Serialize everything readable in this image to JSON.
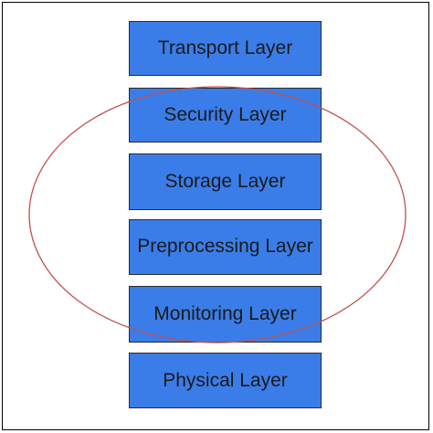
{
  "diagram": {
    "layers": [
      {
        "id": "transport",
        "label": "Transport Layer"
      },
      {
        "id": "security",
        "label": "Security Layer"
      },
      {
        "id": "storage",
        "label": "Storage Layer"
      },
      {
        "id": "preprocessing",
        "label": "Preprocessing Layer"
      },
      {
        "id": "monitoring",
        "label": "Monitoring Layer"
      },
      {
        "id": "physical",
        "label": "Physical Layer"
      }
    ],
    "colors": {
      "layer_fill": "#3b7de8",
      "ellipse_stroke": "#c0504d",
      "frame": "#000000"
    }
  }
}
